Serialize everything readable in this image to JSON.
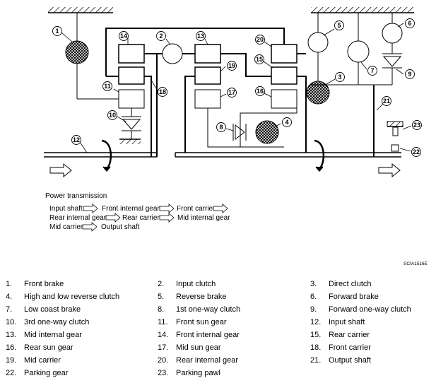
{
  "figure_code": "SCIA1516E",
  "power_transmission": {
    "title": "Power transmission",
    "line1": [
      "Input shaft",
      "Front internal gear",
      "Front carrier"
    ],
    "line2": [
      "Rear internal gear",
      "Rear carrier",
      "Mid internal gear"
    ],
    "line3": [
      "Mid carrier",
      "Output shaft"
    ]
  },
  "callouts": [
    "1",
    "2",
    "3",
    "4",
    "5",
    "6",
    "7",
    "8",
    "9",
    "10",
    "11",
    "12",
    "13",
    "14",
    "15",
    "16",
    "17",
    "18",
    "19",
    "20",
    "21",
    "22",
    "23"
  ],
  "legend": [
    {
      "num": "1.",
      "name": "Front brake"
    },
    {
      "num": "2.",
      "name": "Input clutch"
    },
    {
      "num": "3.",
      "name": "Direct clutch"
    },
    {
      "num": "4.",
      "name": "High and low reverse clutch"
    },
    {
      "num": "5.",
      "name": "Reverse brake"
    },
    {
      "num": "6.",
      "name": "Forward brake"
    },
    {
      "num": "7.",
      "name": "Low coast brake"
    },
    {
      "num": "8.",
      "name": "1st one-way clutch"
    },
    {
      "num": "9.",
      "name": "Forward one-way clutch"
    },
    {
      "num": "10.",
      "name": "3rd one-way clutch"
    },
    {
      "num": "11.",
      "name": "Front sun gear"
    },
    {
      "num": "12.",
      "name": "Input shaft"
    },
    {
      "num": "13.",
      "name": "Mid internal gear"
    },
    {
      "num": "14.",
      "name": "Front internal gear"
    },
    {
      "num": "15.",
      "name": "Rear carrier"
    },
    {
      "num": "16.",
      "name": "Rear sun gear"
    },
    {
      "num": "17.",
      "name": "Mid sun gear"
    },
    {
      "num": "18.",
      "name": "Front carrier"
    },
    {
      "num": "19.",
      "name": "Mid carrier"
    },
    {
      "num": "20.",
      "name": "Rear internal gear"
    },
    {
      "num": "21.",
      "name": "Output shaft"
    },
    {
      "num": "22.",
      "name": "Parking gear"
    },
    {
      "num": "23.",
      "name": "Parking pawl"
    }
  ]
}
